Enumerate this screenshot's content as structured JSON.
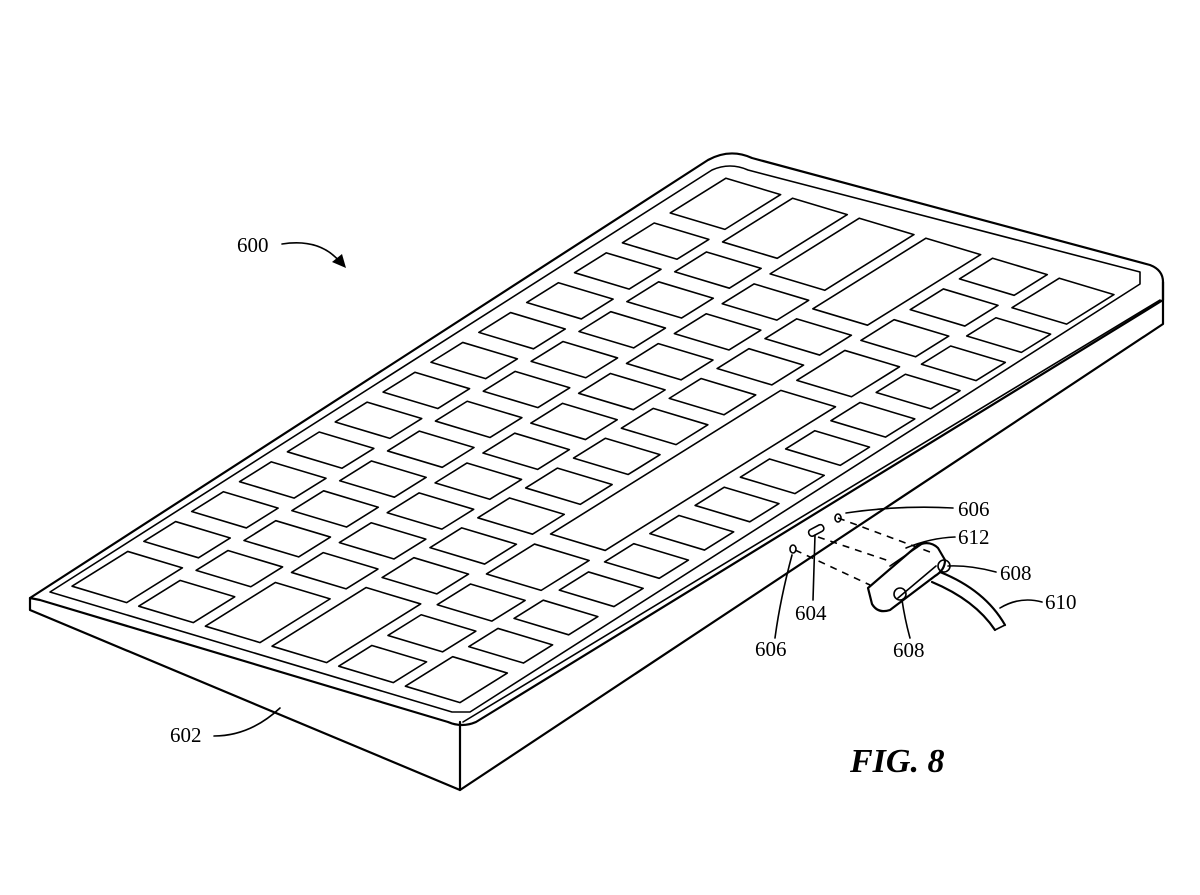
{
  "figure": {
    "caption": "FIG. 8"
  },
  "reference_numerals": {
    "keyboard": "600",
    "housing": "602",
    "port": "604",
    "fastener_top": "606",
    "fastener_bottom": "606",
    "plug_body": "612",
    "screw_right": "608",
    "screw_bottom": "608",
    "cable": "610"
  },
  "colors": {
    "line": "#000000",
    "background": "#ffffff"
  }
}
